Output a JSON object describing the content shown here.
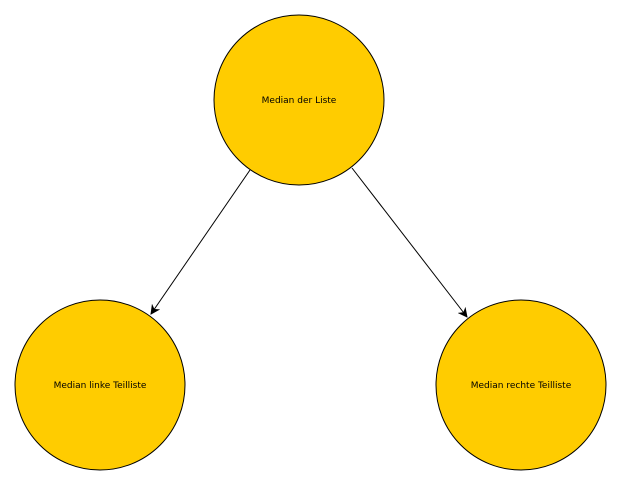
{
  "diagram": {
    "nodes": [
      {
        "id": "root",
        "label": "Median der Liste"
      },
      {
        "id": "left",
        "label": "Median linke Teilliste"
      },
      {
        "id": "right",
        "label": "Median rechte Teilliste"
      }
    ],
    "edges": [
      {
        "from": "root",
        "to": "left"
      },
      {
        "from": "root",
        "to": "right"
      }
    ]
  },
  "colors": {
    "node_fill": "#FFCC00",
    "node_stroke": "#000000",
    "edge": "#000000"
  }
}
